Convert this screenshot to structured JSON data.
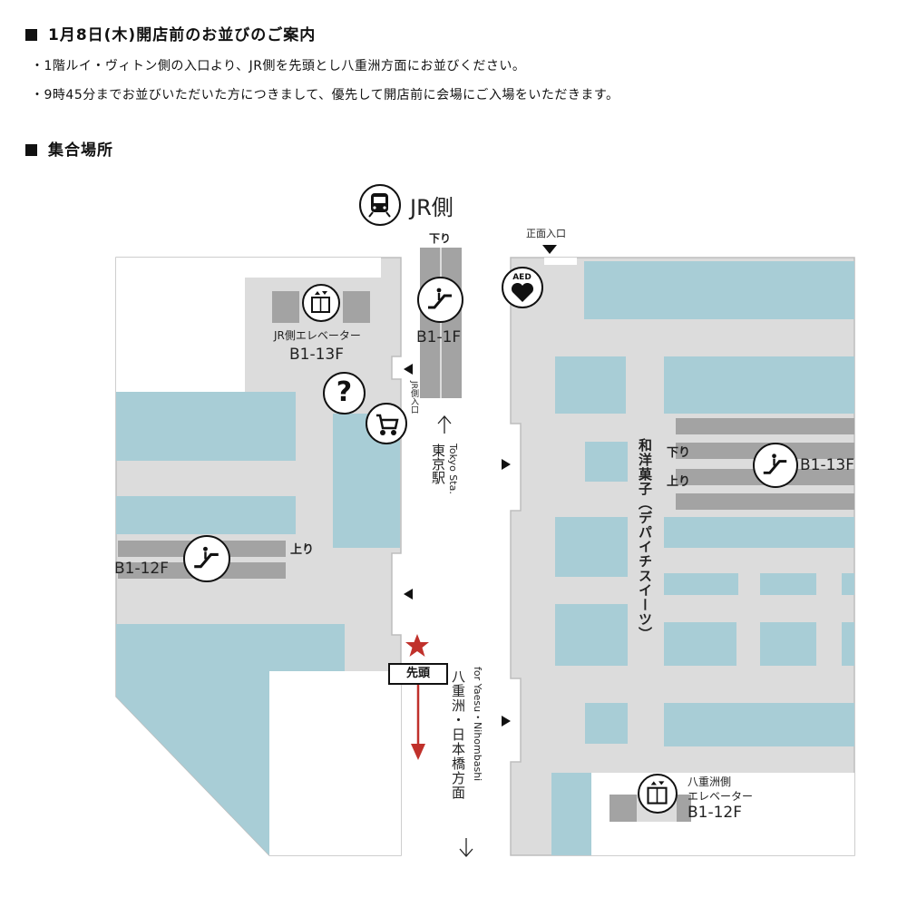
{
  "notice": {
    "title": "1月8日(木)開店前のお並びのご案内",
    "lines": [
      "・1階ルイ・ヴィトン側の入口より、JR側を先頭とし八重洲方面にお並びください。",
      "・9時45分までお並びいただいた方につきまして、優先して開店前に会場にご入場をいただきます。"
    ]
  },
  "location": {
    "title": "集合場所"
  },
  "map": {
    "jr_side": "JR側",
    "escalator_center": {
      "direction": "下り",
      "floors": "B1-1F"
    },
    "main_entrance": "正面入口",
    "aed": "AED",
    "jr_elevator": {
      "label": "JR側エレベーター",
      "floors": "B1-13F"
    },
    "jr_side_entrance": "JR側入口",
    "tokyo_station": {
      "jp": "東京駅",
      "en": "Tokyo Sta."
    },
    "escalator_left": {
      "direction": "上り",
      "floors": "B1-12F"
    },
    "escalator_right": {
      "down": "下り",
      "up": "上り",
      "floors": "B1-13F"
    },
    "confectionery": "和洋菓子（デパイチスイーツ）",
    "lead_label": "先頭",
    "yaesu": {
      "jp": "八重洲・日本橋方面",
      "en": "for Yaesu・Nihombashi"
    },
    "yaesu_elevator": {
      "label_line1": "八重洲側",
      "label_line2": "エレベーター",
      "floors": "B1-12F"
    },
    "icons": [
      "train-icon",
      "escalator-icon",
      "aed-heart-icon",
      "elevator-icon",
      "information-question-icon",
      "wheelchair-stroller-icon",
      "star-icon",
      "arrow-down-icon"
    ],
    "colors": {
      "block": "#a8cdd6",
      "floor": "#dcdcdc",
      "escalator": "#a3a3a3",
      "accent": "#c0312b"
    }
  }
}
